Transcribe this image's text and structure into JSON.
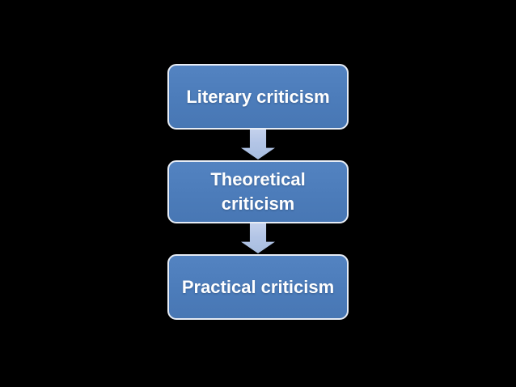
{
  "slide": {
    "background_color": "#000000",
    "diagram": {
      "type": "vertical-process-flow",
      "colors": {
        "node_fill": "#4e80bd",
        "node_border": "#e7edf6",
        "arrow_fill": "#b3c5e6",
        "text": "#ffffff"
      },
      "nodes": [
        {
          "label": "Literary criticism"
        },
        {
          "label": "Theoretical\ncriticism"
        },
        {
          "label": "Practical criticism"
        }
      ],
      "connectors": [
        {
          "type": "down-block-arrow"
        },
        {
          "type": "down-block-arrow"
        }
      ]
    }
  }
}
